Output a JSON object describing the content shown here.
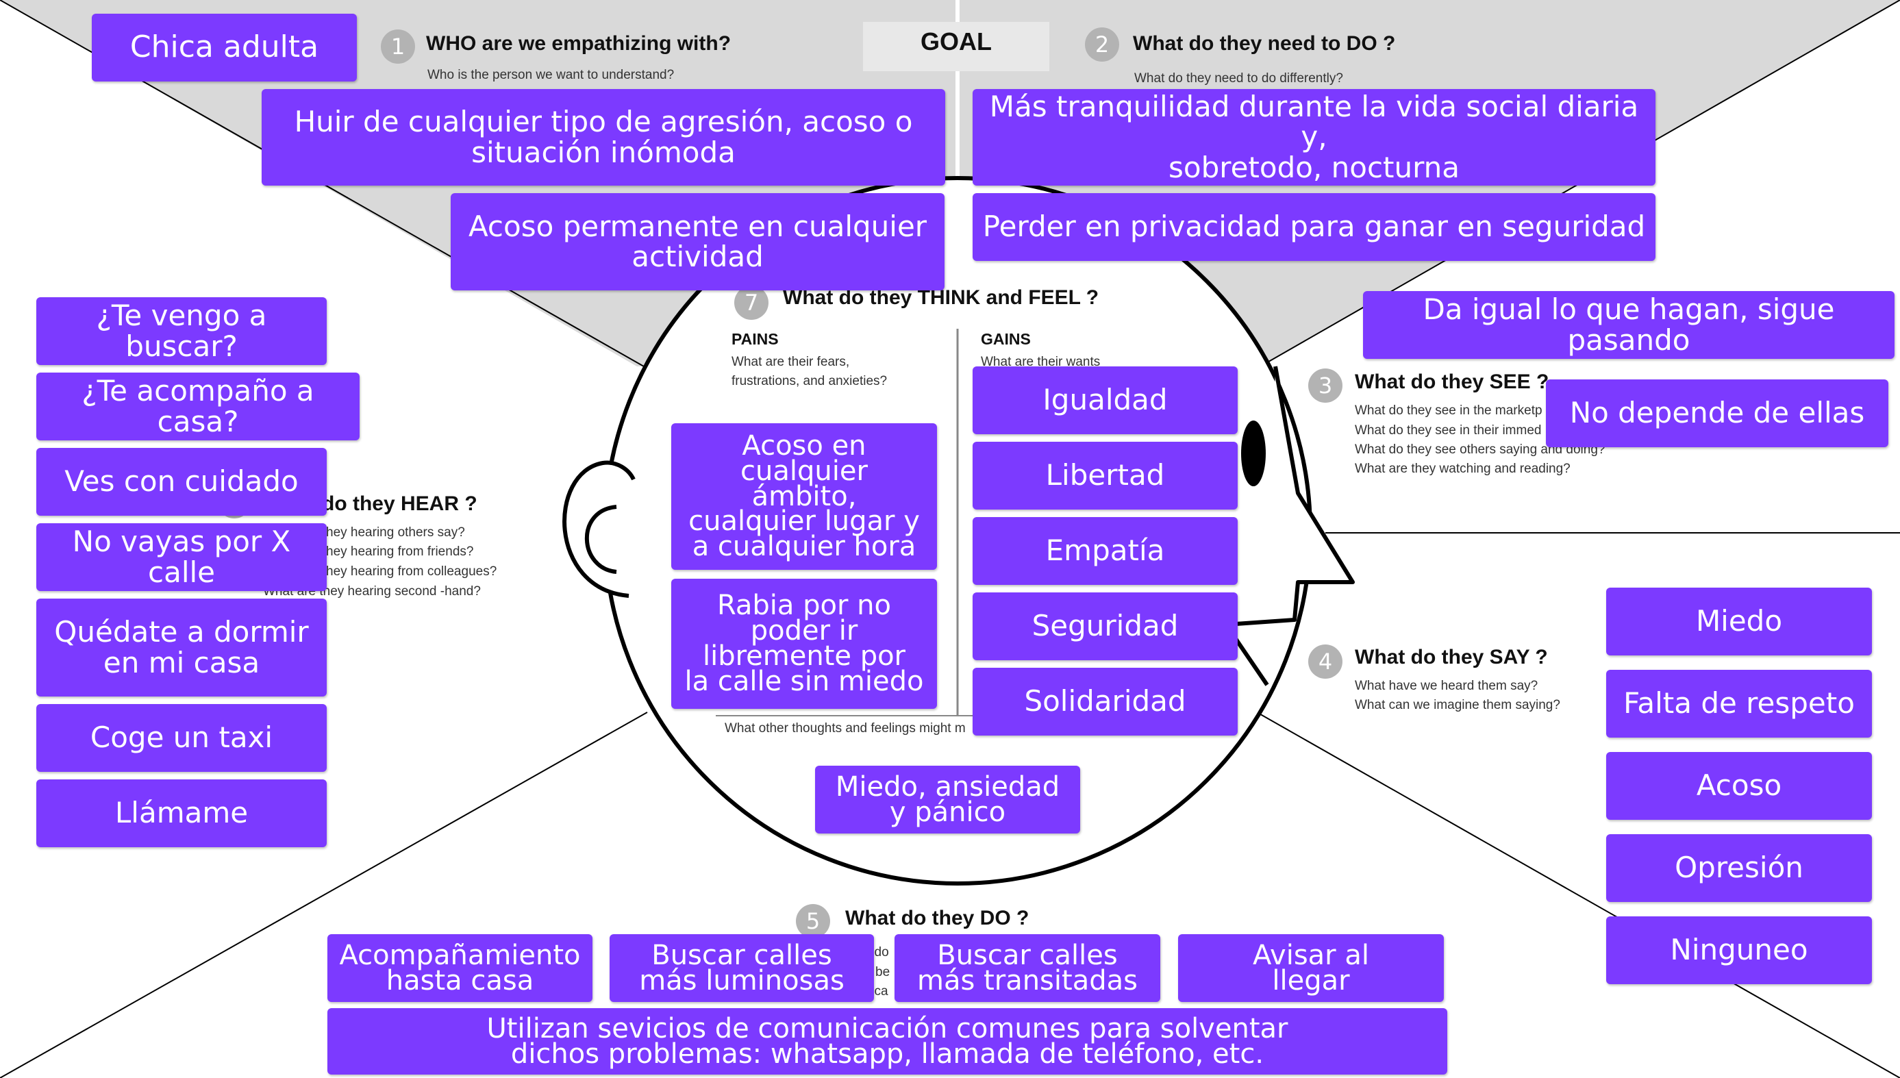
{
  "colors": {
    "sticky_note": "#7c3aff",
    "note_text": "#ffffff",
    "shaded_region": "#d9d9d9",
    "number_circle": "#b3b3b3"
  },
  "goal_label": "GOAL",
  "sections": {
    "who": {
      "number": "1",
      "title": "WHO   are we empathizing with?",
      "subtitle": "Who is the person we want to understand?"
    },
    "do_need": {
      "number": "2",
      "title": "What do they need to DO       ?",
      "subtitle": "What do they need to do differently?"
    },
    "see": {
      "number": "3",
      "title": "What do they     SEE ?",
      "lines": [
        "What do they see in the marketp",
        "What do they see in their immed",
        "What do they see others saying and doing?",
        "What are they watching and reading?"
      ]
    },
    "say": {
      "number": "4",
      "title": "What do they     SAY  ?",
      "lines": [
        "What have we heard them say?",
        "What can we imagine them saying?"
      ]
    },
    "do": {
      "number": "5",
      "title": "What do they     DO ?",
      "fragments": [
        "t do",
        "be",
        "t ca"
      ]
    },
    "hear": {
      "title": "do they     HEAR  ?",
      "lines": [
        "hey hearing others say?",
        "hey hearing from friends?",
        "hey hearing from colleagues?",
        "What are they hearing second          -hand?"
      ]
    },
    "think_feel": {
      "number": "7",
      "title": "What do they     THINK   and  FEEL  ?",
      "pains_title": "PAINS",
      "pains_sub": [
        "What are their fears,",
        "frustrations, and anxieties?"
      ],
      "gains_title": "GAINS",
      "gains_sub": "What are their wants",
      "footer": "What other thoughts and feelings might m"
    }
  },
  "notes": {
    "who": "Chica adulta",
    "goal_left": [
      "Huir de cualquier tipo de agresión, acoso o",
      "situación inómoda"
    ],
    "goal_right": [
      "Más tranquilidad durante la vida social diaria y,",
      "sobretodo, nocturna"
    ],
    "goal_left_2": [
      "Acoso permanente en cualquier",
      "actividad"
    ],
    "goal_right_2": "Perder en privacidad para ganar en seguridad",
    "see": [
      "Da igual lo que hagan, sigue pasando",
      "No depende de ellas"
    ],
    "hear": [
      [
        "¿Te vengo a buscar?"
      ],
      [
        "¿Te acompaño a casa?"
      ],
      [
        "Ves con cuidado"
      ],
      [
        "No vayas por X calle"
      ],
      [
        "Quédate a dormir",
        "en mi casa"
      ],
      [
        "Coge un taxi"
      ],
      [
        "Llámame"
      ]
    ],
    "pains": [
      [
        "Acoso en",
        "cualquier",
        "ámbito,",
        "cualquier lugar y",
        "a cualquier hora"
      ],
      [
        "Rabia por no",
        "poder ir",
        "libremente por",
        "la calle sin miedo"
      ]
    ],
    "gains": [
      "Igualdad",
      "Libertad",
      "Empatía",
      "Seguridad",
      "Solidaridad"
    ],
    "feel": [
      "Miedo, ansiedad",
      "y pánico"
    ],
    "say": [
      "Miedo",
      "Falta de respeto",
      "Acoso",
      "Opresión",
      "Ninguneo"
    ],
    "do": [
      [
        "Acompañamiento",
        "hasta casa"
      ],
      [
        "Buscar calles",
        "más luminosas"
      ],
      [
        "Buscar calles",
        "más transitadas"
      ],
      [
        "Avisar al",
        "llegar"
      ]
    ],
    "do_wide": [
      "Utilizan sevicios de comunicación comunes para solventar",
      "dichos problemas: whatsapp, llamada de teléfono, etc."
    ]
  }
}
